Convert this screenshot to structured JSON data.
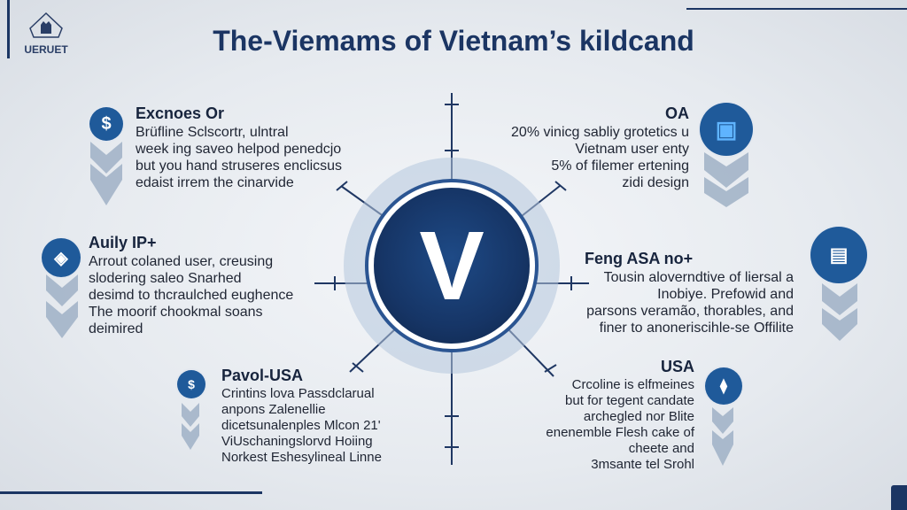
{
  "title": "The-Viemams of Vietnam’s kildcand",
  "logo": {
    "text": "UERUET"
  },
  "hub": {
    "letter": "V"
  },
  "colors": {
    "navy": "#163566",
    "accent": "#1f5a9a",
    "arrow": "#9fb0c6"
  },
  "cards": [
    {
      "icon": "dollar-icon",
      "glyph": "$",
      "title": "Excnoes Or",
      "lines": [
        "Brüfline Sclscortr, ulntral",
        "week ing saveo helpod penedcjo",
        "but you hand struseres enclicsus",
        "edaist irrem the cinarvide"
      ]
    },
    {
      "icon": "cube-icon",
      "glyph": "◈",
      "title": "Auily IP+",
      "lines": [
        "Arrout colaned user, creusing",
        "slodering saleo Snarhed",
        "desimd to thcraulched eughence",
        "The moorif chookmal soans",
        "deimired"
      ]
    },
    {
      "icon": "server-icon",
      "glyph": "▣",
      "title": "OA",
      "lines": [
        "20% vinicg sabliy grotetics u",
        "Vietnam user enty",
        "5% of filemer ertening",
        "zidi design"
      ]
    },
    {
      "icon": "document-icon",
      "glyph": "▤",
      "title": "Feng ASA no+",
      "lines": [
        "Tousin aloverndtive of liersal a",
        "Inobiye. Prefowid and",
        "parsons veramão, thorables, and",
        "finer to anoneriscihle-se Offilite"
      ]
    },
    {
      "icon": "coin-icon",
      "glyph": "$",
      "title": "Pavol-USA",
      "lines": [
        "Crintins lova Passdclarual",
        "anpons Zalenellie",
        "dicetsunalenples Mlcon 21'",
        "ViUschaningslorvd Hoiing",
        "Norkest Eshesylineal Linne"
      ]
    },
    {
      "icon": "link-icon",
      "glyph": "⧫",
      "title": "USA",
      "lines": [
        "Crcoline is elfmeines",
        "but for tegent candate",
        "archegled nor Blite",
        "enenemble Flesh cake of",
        "cheete and",
        "3msante tel Srohl"
      ]
    }
  ]
}
